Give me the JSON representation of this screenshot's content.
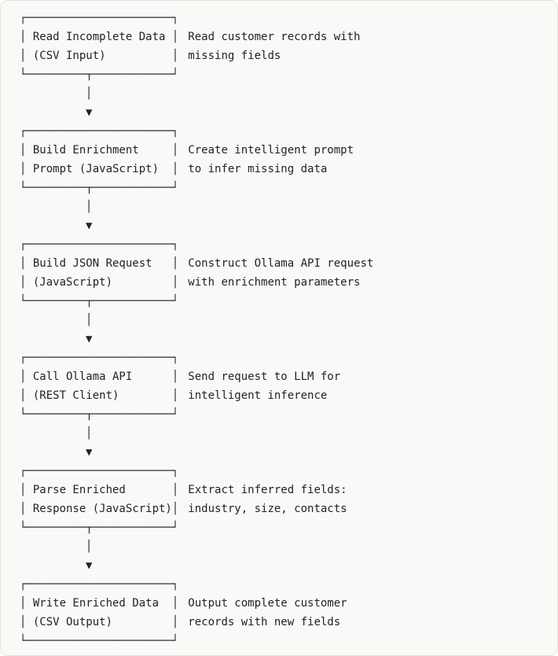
{
  "panel": {
    "background_color": "#faf9f7",
    "border_color": "#e4e2dd",
    "text_color": "#222228"
  },
  "diagram": {
    "box_width_chars": 24,
    "connector": {
      "line_glyph": "│",
      "arrow_glyph": "▼"
    },
    "steps": [
      {
        "id": "read-incomplete-data",
        "box_lines": [
          "Read Incomplete Data",
          "(CSV Input)"
        ],
        "desc_lines": [
          "Read customer records with",
          "missing fields"
        ]
      },
      {
        "id": "build-enrichment-prompt",
        "box_lines": [
          "Build Enrichment",
          "Prompt (JavaScript)"
        ],
        "desc_lines": [
          "Create intelligent prompt",
          "to infer missing data"
        ]
      },
      {
        "id": "build-json-request",
        "box_lines": [
          "Build JSON Request",
          "(JavaScript)"
        ],
        "desc_lines": [
          "Construct Ollama API request",
          "with enrichment parameters"
        ]
      },
      {
        "id": "call-ollama-api",
        "box_lines": [
          "Call Ollama API",
          "(REST Client)"
        ],
        "desc_lines": [
          "Send request to LLM for",
          "intelligent inference"
        ]
      },
      {
        "id": "parse-enriched-response",
        "box_lines": [
          "Parse Enriched",
          "Response (JavaScript)"
        ],
        "desc_lines": [
          "Extract inferred fields:",
          "industry, size, contacts"
        ]
      },
      {
        "id": "write-enriched-data",
        "box_lines": [
          "Write Enriched Data",
          "(CSV Output)"
        ],
        "desc_lines": [
          "Output complete customer",
          "records with new fields"
        ]
      }
    ]
  }
}
